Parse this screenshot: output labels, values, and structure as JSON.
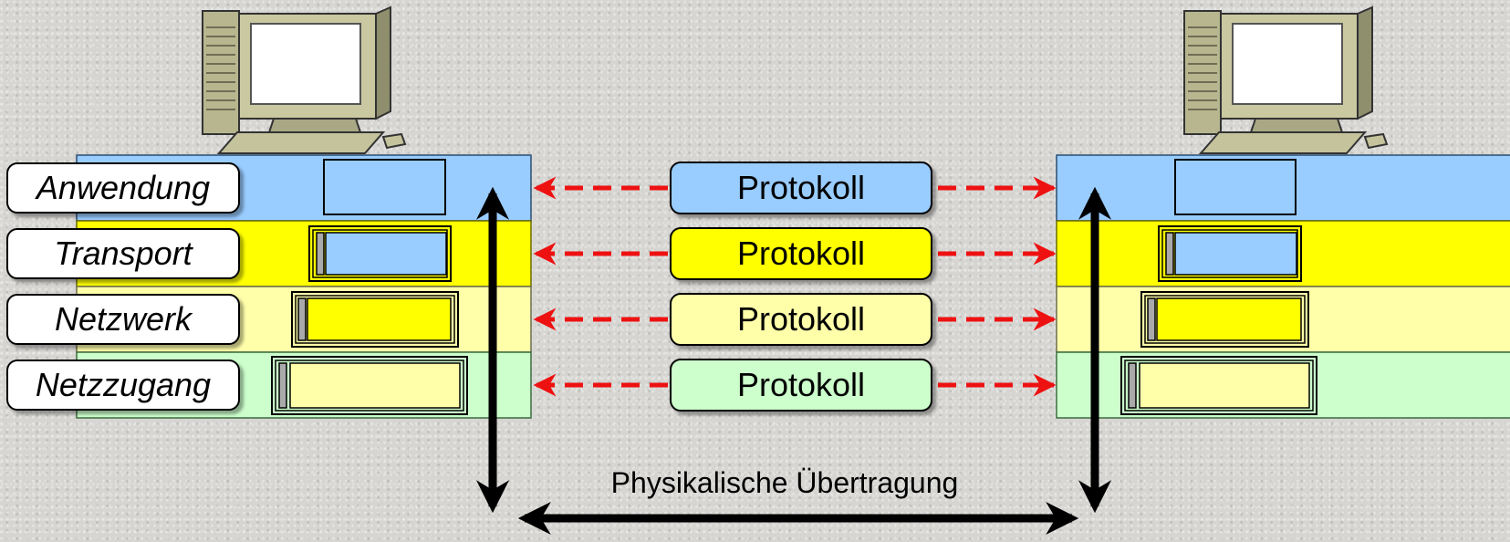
{
  "colors": {
    "application": "#99ccff",
    "transport": "#ffff00",
    "network": "#ffffaa",
    "link": "#ccffcc",
    "arrow_red": "#ee1111",
    "arrow_black": "#000000"
  },
  "layers": [
    {
      "name": "Anwendung",
      "color": "#99ccff"
    },
    {
      "name": "Transport",
      "color": "#ffff00"
    },
    {
      "name": "Netzwerk",
      "color": "#ffffaa"
    },
    {
      "name": "Netzzugang",
      "color": "#ccffcc"
    }
  ],
  "protocols": [
    {
      "label": "Protokoll",
      "color": "#99ccff"
    },
    {
      "label": "Protokoll",
      "color": "#ffff00"
    },
    {
      "label": "Protokoll",
      "color": "#ffffaa"
    },
    {
      "label": "Protokoll",
      "color": "#ccffcc"
    }
  ],
  "physical_label": "Physikalische Übertragung",
  "icons": [
    "computer-icon-left",
    "computer-icon-right"
  ]
}
